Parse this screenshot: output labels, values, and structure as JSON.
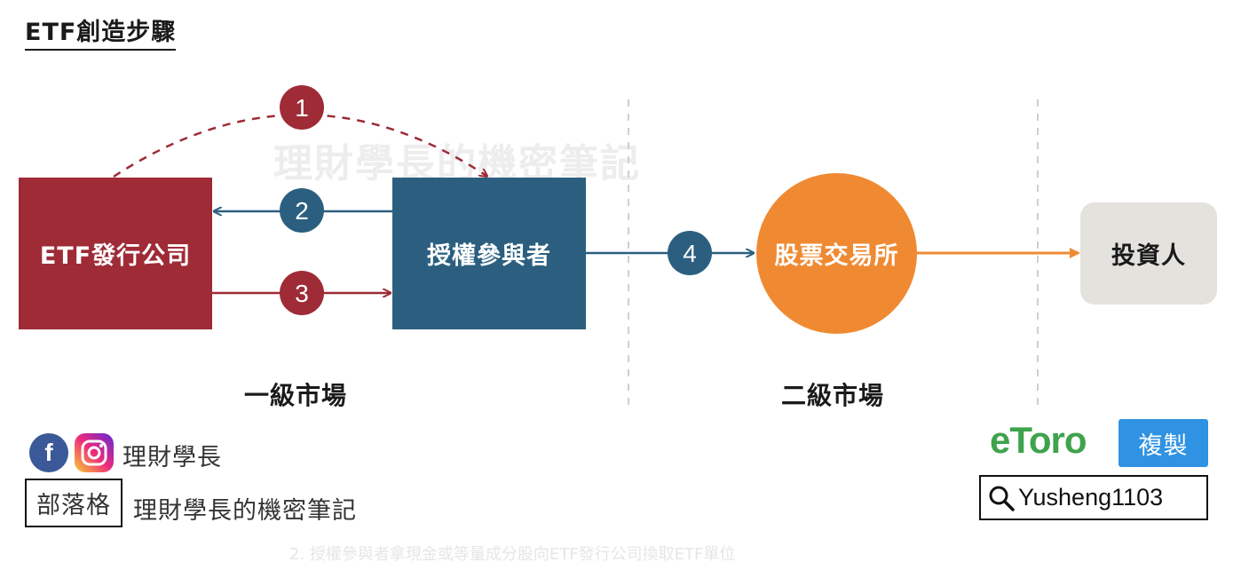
{
  "title": "ETF創造步驟",
  "watermark": "理財學長的機密筆記",
  "nodes": {
    "issuer": "ETF發行公司",
    "participant": "授權參與者",
    "exchange": "股票交易所",
    "investor": "投資人"
  },
  "steps": [
    "1",
    "2",
    "3",
    "4"
  ],
  "markets": {
    "primary": "一級市場",
    "secondary": "二級市場"
  },
  "colors": {
    "issuer": "#9e2b36",
    "participant": "#2c5f7f",
    "exchange": "#ef8a33",
    "investor": "#e4e2dd"
  },
  "footer": {
    "social_name": "理財學長",
    "blog_label": "部落格",
    "blog_name": "理財學長的機密筆記",
    "etoro_logo": "eToro",
    "copy_button": "複製",
    "search_id": "Yusheng1103",
    "icons": [
      "facebook-icon",
      "instagram-icon",
      "search-icon"
    ]
  },
  "bottom_caption": "2. 授權參與者拿現金或等量成分股向ETF發行公司換取ETF單位"
}
